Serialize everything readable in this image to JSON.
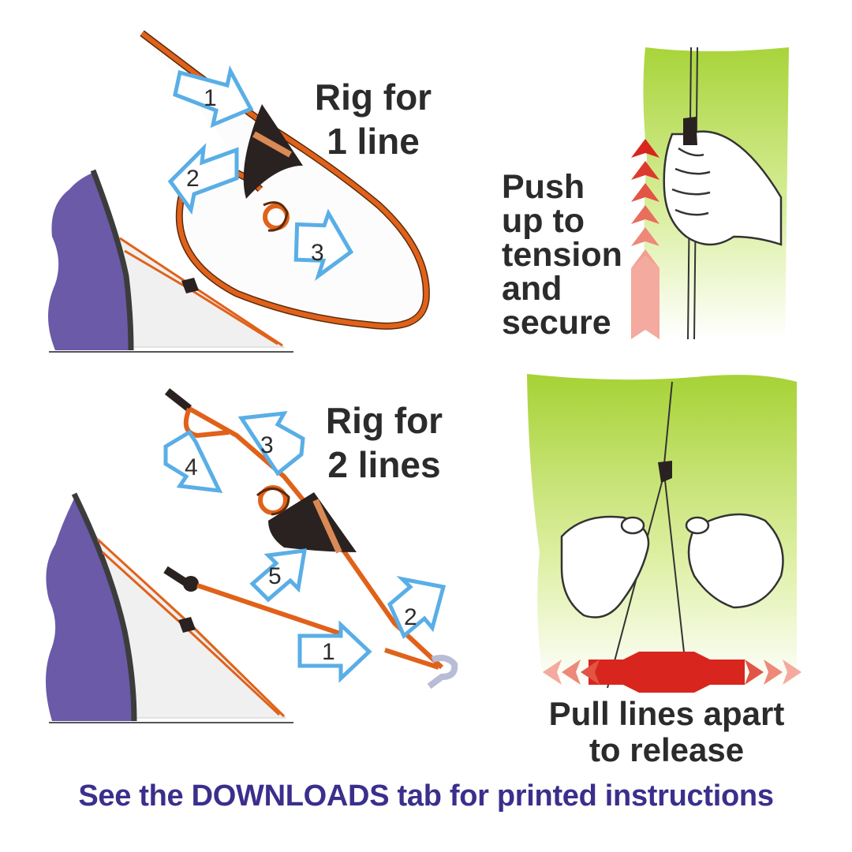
{
  "colors": {
    "sail": "#6a5aa8",
    "sail_edge": "#3c3c3c",
    "line": "#e0621a",
    "line_dark": "#5b2a0c",
    "cleat": "#2a2220",
    "arrow_blue": "#5aaee6",
    "green_top": "#a8d43a",
    "green_bottom": "#ffffff",
    "red_arrow": "#d8261e",
    "footer_text": "#3a2f8c"
  },
  "top_section": {
    "heading_line1": "Rig for",
    "heading_line2": "1 line",
    "steps": [
      "1",
      "2",
      "3"
    ],
    "push_text": [
      "Push",
      "up to",
      "tension",
      "and",
      "secure"
    ]
  },
  "bottom_section": {
    "heading_line1": "Rig for",
    "heading_line2": "2 lines",
    "steps": [
      "1",
      "2",
      "3",
      "4",
      "5"
    ],
    "pull_text": [
      "Pull lines apart",
      "to release"
    ]
  },
  "footer": {
    "text": "See the DOWNLOADS tab for printed instructions"
  },
  "icons": {
    "sail_icon": "kite-sail",
    "cleat_icon": "line-cleat",
    "hand_icon": "hands"
  }
}
